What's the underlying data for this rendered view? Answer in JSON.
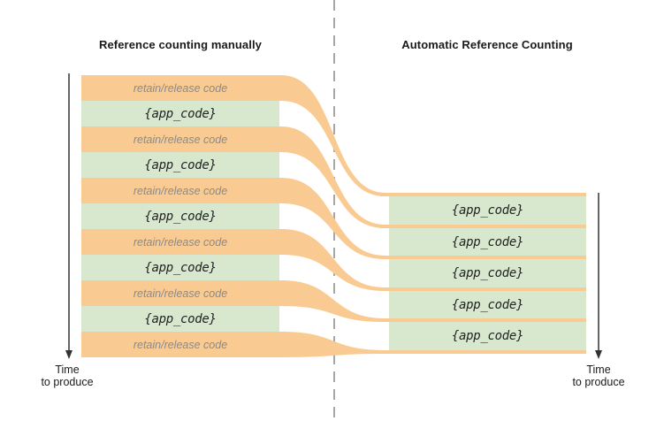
{
  "left_column": {
    "title": "Reference counting manually",
    "bands": [
      {
        "kind": "retain",
        "label": "retain/release code"
      },
      {
        "kind": "app",
        "label": "{app_code}"
      },
      {
        "kind": "retain",
        "label": "retain/release code"
      },
      {
        "kind": "app",
        "label": "{app_code}"
      },
      {
        "kind": "retain",
        "label": "retain/release code"
      },
      {
        "kind": "app",
        "label": "{app_code}"
      },
      {
        "kind": "retain",
        "label": "retain/release code"
      },
      {
        "kind": "app",
        "label": "{app_code}"
      },
      {
        "kind": "retain",
        "label": "retain/release code"
      },
      {
        "kind": "app",
        "label": "{app_code}"
      },
      {
        "kind": "retain",
        "label": "retain/release code"
      }
    ],
    "time_axis": {
      "line1": "Time",
      "line2": "to produce"
    }
  },
  "right_column": {
    "title": "Automatic Reference Counting",
    "bands": [
      {
        "kind": "app",
        "label": "{app_code}"
      },
      {
        "kind": "app",
        "label": "{app_code}"
      },
      {
        "kind": "app",
        "label": "{app_code}"
      },
      {
        "kind": "app",
        "label": "{app_code}"
      },
      {
        "kind": "app",
        "label": "{app_code}"
      }
    ],
    "time_axis": {
      "line1": "Time",
      "line2": "to produce"
    }
  },
  "colors": {
    "band_orange": "#F9CB92",
    "band_green": "#D7E8CE",
    "retain_text": "#8A8A8A",
    "app_text": "#222222",
    "title_text": "#1A1A1A",
    "dashed_divider": "#A6A6A6",
    "time_arrow": "#333333"
  }
}
